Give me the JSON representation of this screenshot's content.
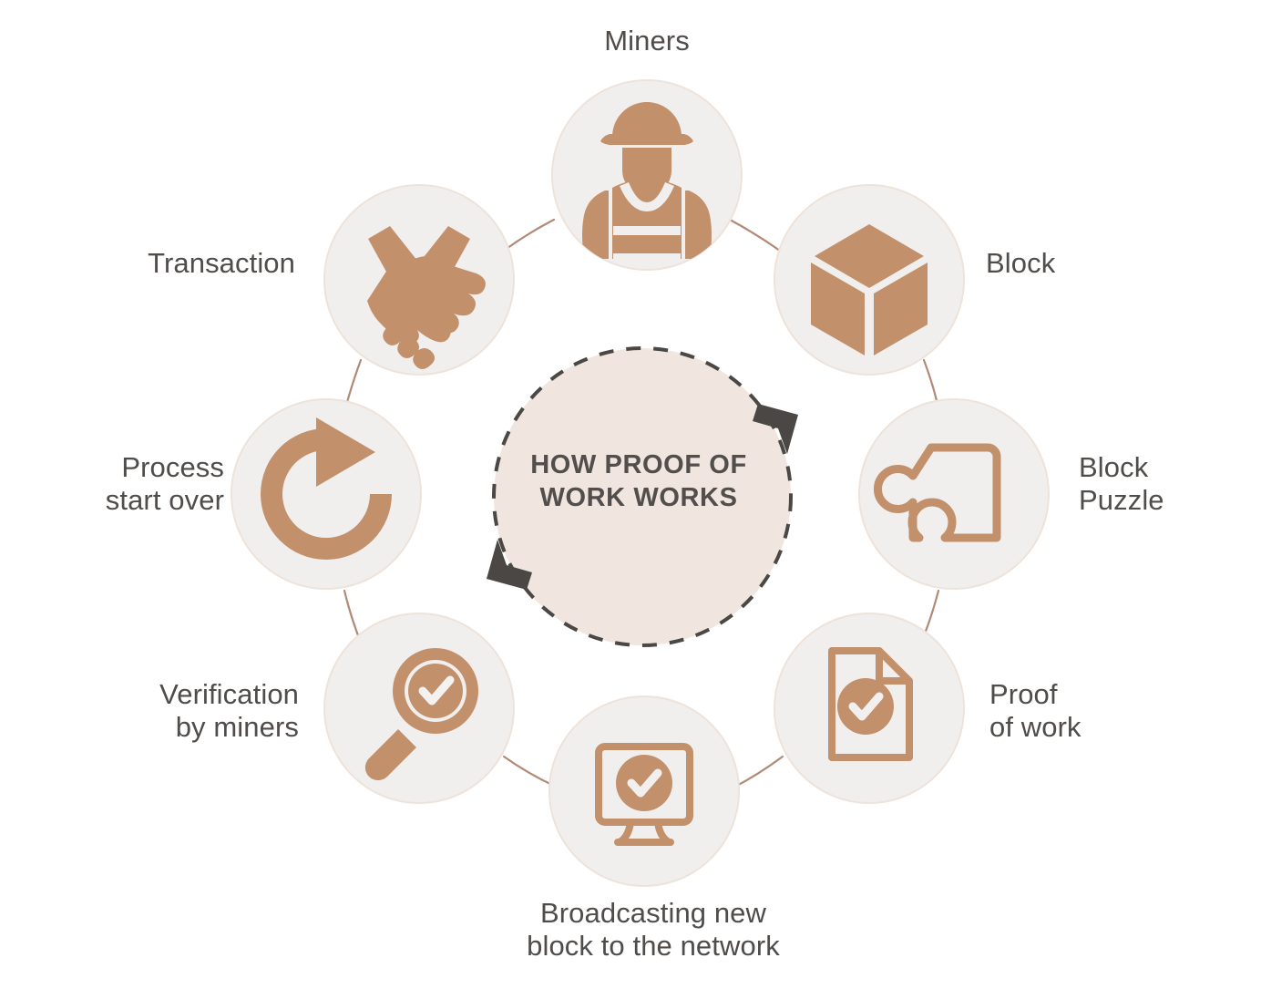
{
  "diagram": {
    "center_title": "HOW PROOF OF\nWORK WORKS",
    "colors": {
      "icon_accent": "#c3906c",
      "circle_fill": "#f0efed",
      "circle_ring": "#eee3da",
      "center_fill": "#f0e6df",
      "center_dash": "#4a4745",
      "connector": "#a9806a",
      "label_text": "#4f4c4a",
      "background": "#ffffff"
    },
    "rotation": "clockwise",
    "steps": [
      {
        "id": "miners",
        "label": "Miners",
        "icon": "miner-worker-icon",
        "angle_deg": 270
      },
      {
        "id": "block",
        "label": "Block",
        "icon": "cube-block-icon",
        "angle_deg": 315
      },
      {
        "id": "block-puzzle",
        "label": "Block\nPuzzle",
        "icon": "puzzle-piece-icon",
        "angle_deg": 0
      },
      {
        "id": "proof-of-work",
        "label": "Proof\nof work",
        "icon": "document-check-icon",
        "angle_deg": 45
      },
      {
        "id": "broadcasting",
        "label": "Broadcasting new\nblock to the network",
        "icon": "monitor-check-icon",
        "angle_deg": 90
      },
      {
        "id": "verification",
        "label": "Verification\nby miners",
        "icon": "magnifier-check-icon",
        "angle_deg": 135
      },
      {
        "id": "process-restart",
        "label": "Process\nstart over",
        "icon": "refresh-arrow-icon",
        "angle_deg": 180
      },
      {
        "id": "transaction",
        "label": "Transaction",
        "icon": "handshake-icon",
        "angle_deg": 225
      }
    ]
  }
}
